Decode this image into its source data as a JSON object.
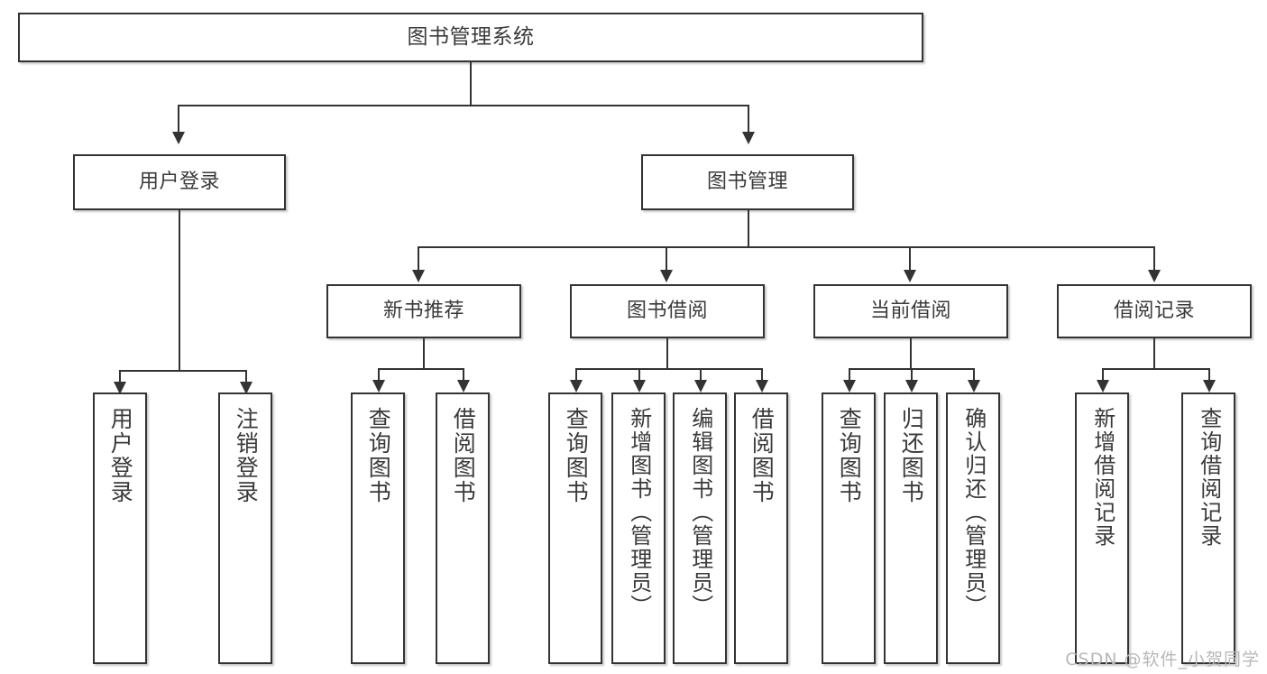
{
  "diagram": {
    "title": "图书管理系统",
    "watermark": "CSDN @软件_小贺同学",
    "line_color": "#333333",
    "box_fill": "#ffffff",
    "text_color": "#3a3a3a",
    "levels": {
      "level1": [
        {
          "id": "root",
          "label": "图书管理系统"
        }
      ],
      "level2": [
        {
          "id": "user-login",
          "label": "用户登录"
        },
        {
          "id": "book-manage",
          "label": "图书管理"
        }
      ],
      "level3": [
        {
          "id": "new-book-recommend",
          "label": "新书推荐"
        },
        {
          "id": "book-borrow",
          "label": "图书借阅"
        },
        {
          "id": "current-borrow",
          "label": "当前借阅"
        },
        {
          "id": "borrow-record",
          "label": "借阅记录"
        }
      ],
      "level4": [
        {
          "id": "leaf-user-login",
          "label": "用户登录",
          "parent": "user-login"
        },
        {
          "id": "leaf-logout",
          "label": "注销登录",
          "parent": "user-login"
        },
        {
          "id": "leaf-query-book-1",
          "label": "查询图书",
          "parent": "new-book-recommend"
        },
        {
          "id": "leaf-borrow-book-1",
          "label": "借阅图书",
          "parent": "new-book-recommend"
        },
        {
          "id": "leaf-query-book-2",
          "label": "查询图书",
          "parent": "book-borrow"
        },
        {
          "id": "leaf-add-book",
          "label": "新增图书（管理员）",
          "parent": "book-borrow"
        },
        {
          "id": "leaf-edit-book",
          "label": "编辑图书（管理员）",
          "parent": "book-borrow"
        },
        {
          "id": "leaf-borrow-book-2",
          "label": "借阅图书",
          "parent": "book-borrow"
        },
        {
          "id": "leaf-query-book-3",
          "label": "查询图书",
          "parent": "current-borrow"
        },
        {
          "id": "leaf-return-book",
          "label": "归还图书",
          "parent": "current-borrow"
        },
        {
          "id": "leaf-confirm-return",
          "label": "确认归还（管理员）",
          "parent": "current-borrow"
        },
        {
          "id": "leaf-add-record",
          "label": "新增借阅记录",
          "parent": "borrow-record"
        },
        {
          "id": "leaf-query-record",
          "label": "查询借阅记录",
          "parent": "borrow-record"
        }
      ]
    }
  }
}
